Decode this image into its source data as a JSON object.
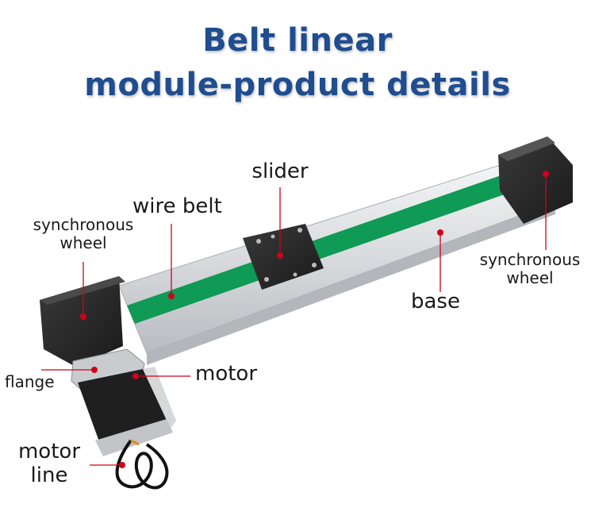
{
  "title": {
    "line1": "Belt linear",
    "line2": "module-product details"
  },
  "labels": {
    "slider": "slider",
    "wire_belt": "wire belt",
    "synchronous_wheel_left_1": "synchronous",
    "synchronous_wheel_left_2": "wheel",
    "synchronous_wheel_right_1": "synchronous",
    "synchronous_wheel_right_2": "wheel",
    "base": "base",
    "flange": "flange",
    "motor": "motor",
    "motor_line_1": "motor",
    "motor_line_2": "line"
  },
  "colors": {
    "title": "#1f4d8f",
    "belt": "#0f9a55",
    "rail": "#dcdfe3",
    "block": "#2a2a2a",
    "pointer": "#d0021b"
  }
}
